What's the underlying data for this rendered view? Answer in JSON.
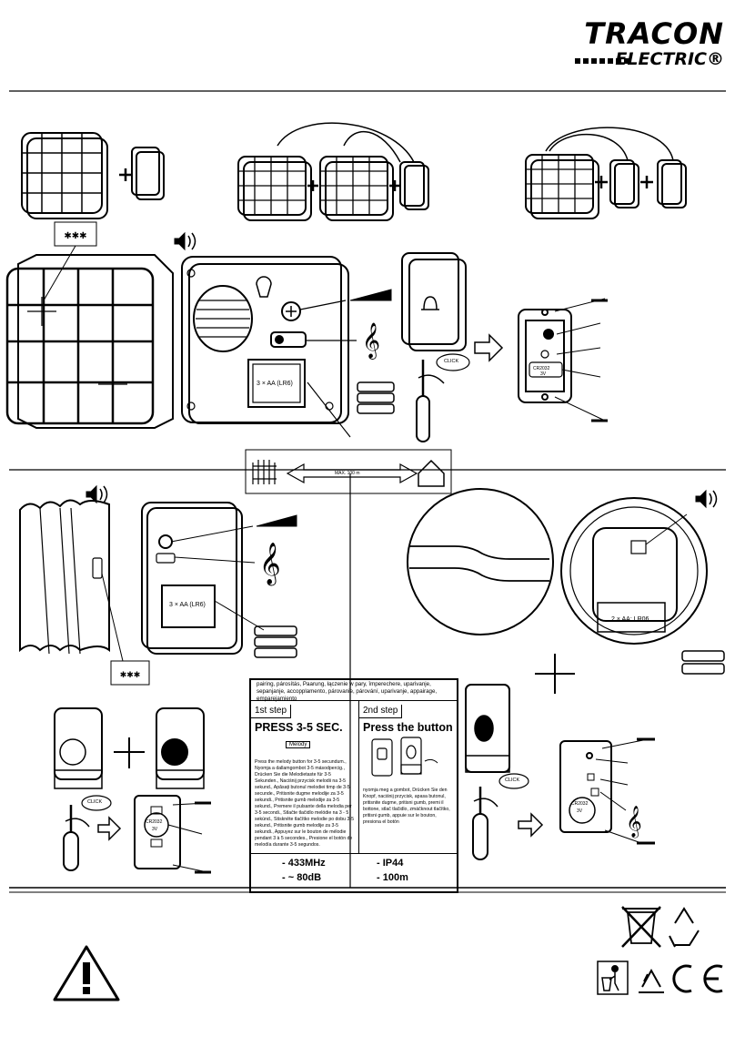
{
  "logo": {
    "brand": "TRACON",
    "sub": "ELECTRIC®"
  },
  "labels": {
    "battery_chime1": "3 × AA (LR6)",
    "battery_chime2": "3 × AA (LR6)",
    "battery_chime3": "2 × AA; LR06",
    "distance": "MAX. 100 m",
    "coin_cell_1": "CR2032",
    "coin_cell_volt_1": "3V",
    "coin_cell_2": "CR2032",
    "coin_cell_volt_2": "3V",
    "coin_cell_3": "CR2032",
    "coin_cell_volt_3": "3V",
    "click_1": "CLICK",
    "click_2": "CLICK",
    "click_3": "CLICK"
  },
  "panel": {
    "header": "pairing, párosítás, Paarung, łączenie w pary, împerechere, uparivanje, sepanjanje, accopplamento, párovanie, párování, uparivanje, appairage, emparejamiento",
    "step1_label": "1st step",
    "step1_title": "PRESS 3-5 SEC.",
    "step1_melody": "Melody",
    "step1_text": "Press the melody button for 3-5 secundum., Nyomja a dallamgombot 3-5 másodpercig., Drücken Sie die Melodietaste für 3-5 Sekunden., Naciśnij przycisk melodii na 3-5 sekund., Apăsați butonul melodiei timp de 3-5 secunde., Pritisnite dugme melodije za 3-5 sekundi., Pritisnite gumb melodije za 3-5 sekund., Premere il pulsante della melodia per 3-5 secondi., Stlačte tlačidlo melódie na 3 - 5 sekúnd., Stiskněte tlačítko melodie po dobu 3-5 sekund., Pritisnite gumb melodije za 3-5 sekundi., Appuyez sur le bouton de mélodie pendant 3 à 5 secondes., Presione el botón de melodía durante 3-5 segundos.",
    "step2_label": "2nd step",
    "step2_title": "Press the button",
    "step2_text": "nyomja meg a gombot, Drücken Sie den Knopf, naciśnij przycisk, apasa butonul, pritisnite dugme, pritisni gumb, premi il bottone, stlač tlačidlo, zmáčknout tlačítko, pritisni gumb, appuie sur le bouton, presiona el botón",
    "spec_freq": "- 433MHz",
    "spec_db": "- ~ 80dB",
    "spec_ip": "- IP44",
    "spec_range": "- 100m"
  }
}
